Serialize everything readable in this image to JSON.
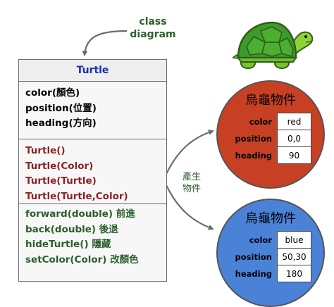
{
  "caption": "class\ndiagram",
  "produce_label": "產生\n物件",
  "uml": {
    "class_name": "Turtle",
    "attributes": [
      "color(顏色)",
      "position(位置)",
      "heading(方向)"
    ],
    "constructors": [
      "Turtle()",
      "Turtle(Color)",
      "Turtle(Turtle)",
      "Turtle(Turtle,Color)"
    ],
    "methods": [
      "forward(double) 前進",
      "back(double) 後退",
      "hideTurtle() 隱藏",
      "setColor(Color) 改顏色"
    ]
  },
  "objects": [
    {
      "title": "烏龜物件",
      "fill": "#c84024",
      "fields": [
        {
          "name": "color",
          "value": "red"
        },
        {
          "name": "position",
          "value": "0,0"
        },
        {
          "name": "heading",
          "value": "90"
        }
      ]
    },
    {
      "title": "烏龜物件",
      "fill": "#4a82d8",
      "fields": [
        {
          "name": "color",
          "value": "blue"
        },
        {
          "name": "position",
          "value": "50,30"
        },
        {
          "name": "heading",
          "value": "180"
        }
      ]
    }
  ],
  "colors": {
    "class_name": "#1a2bb3",
    "constructor_text": "#8b2323",
    "method_text": "#2b5e2b",
    "caption": "#2b5e2b",
    "arrow": "#6b6b6b",
    "turtle_shell": "#3f9a2c",
    "turtle_body": "#8fd436"
  }
}
